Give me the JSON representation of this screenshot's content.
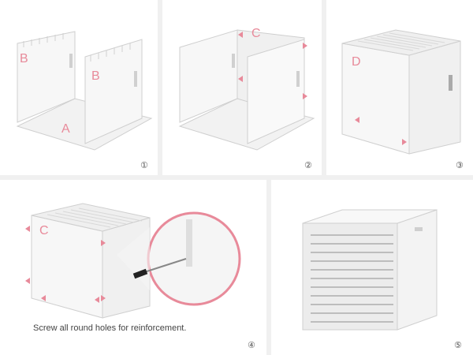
{
  "panels": [
    {
      "step": "①",
      "labels": [
        "B",
        "B",
        "A"
      ]
    },
    {
      "step": "②",
      "labels": [
        "C"
      ]
    },
    {
      "step": "③",
      "labels": [
        "D"
      ]
    },
    {
      "step": "④",
      "labels": [
        "C"
      ],
      "caption": "Screw all round holes for reinforcement."
    },
    {
      "step": "⑤",
      "labels": []
    }
  ],
  "colors": {
    "accent": "#e88a9a",
    "panel": "#ffffff",
    "board": "#f2f2f2",
    "board_shade": "#d9d9d9",
    "edge": "#bdbdbd",
    "divider": "#efefef"
  },
  "icons": [
    "arrow-icon",
    "screwdriver-icon"
  ]
}
